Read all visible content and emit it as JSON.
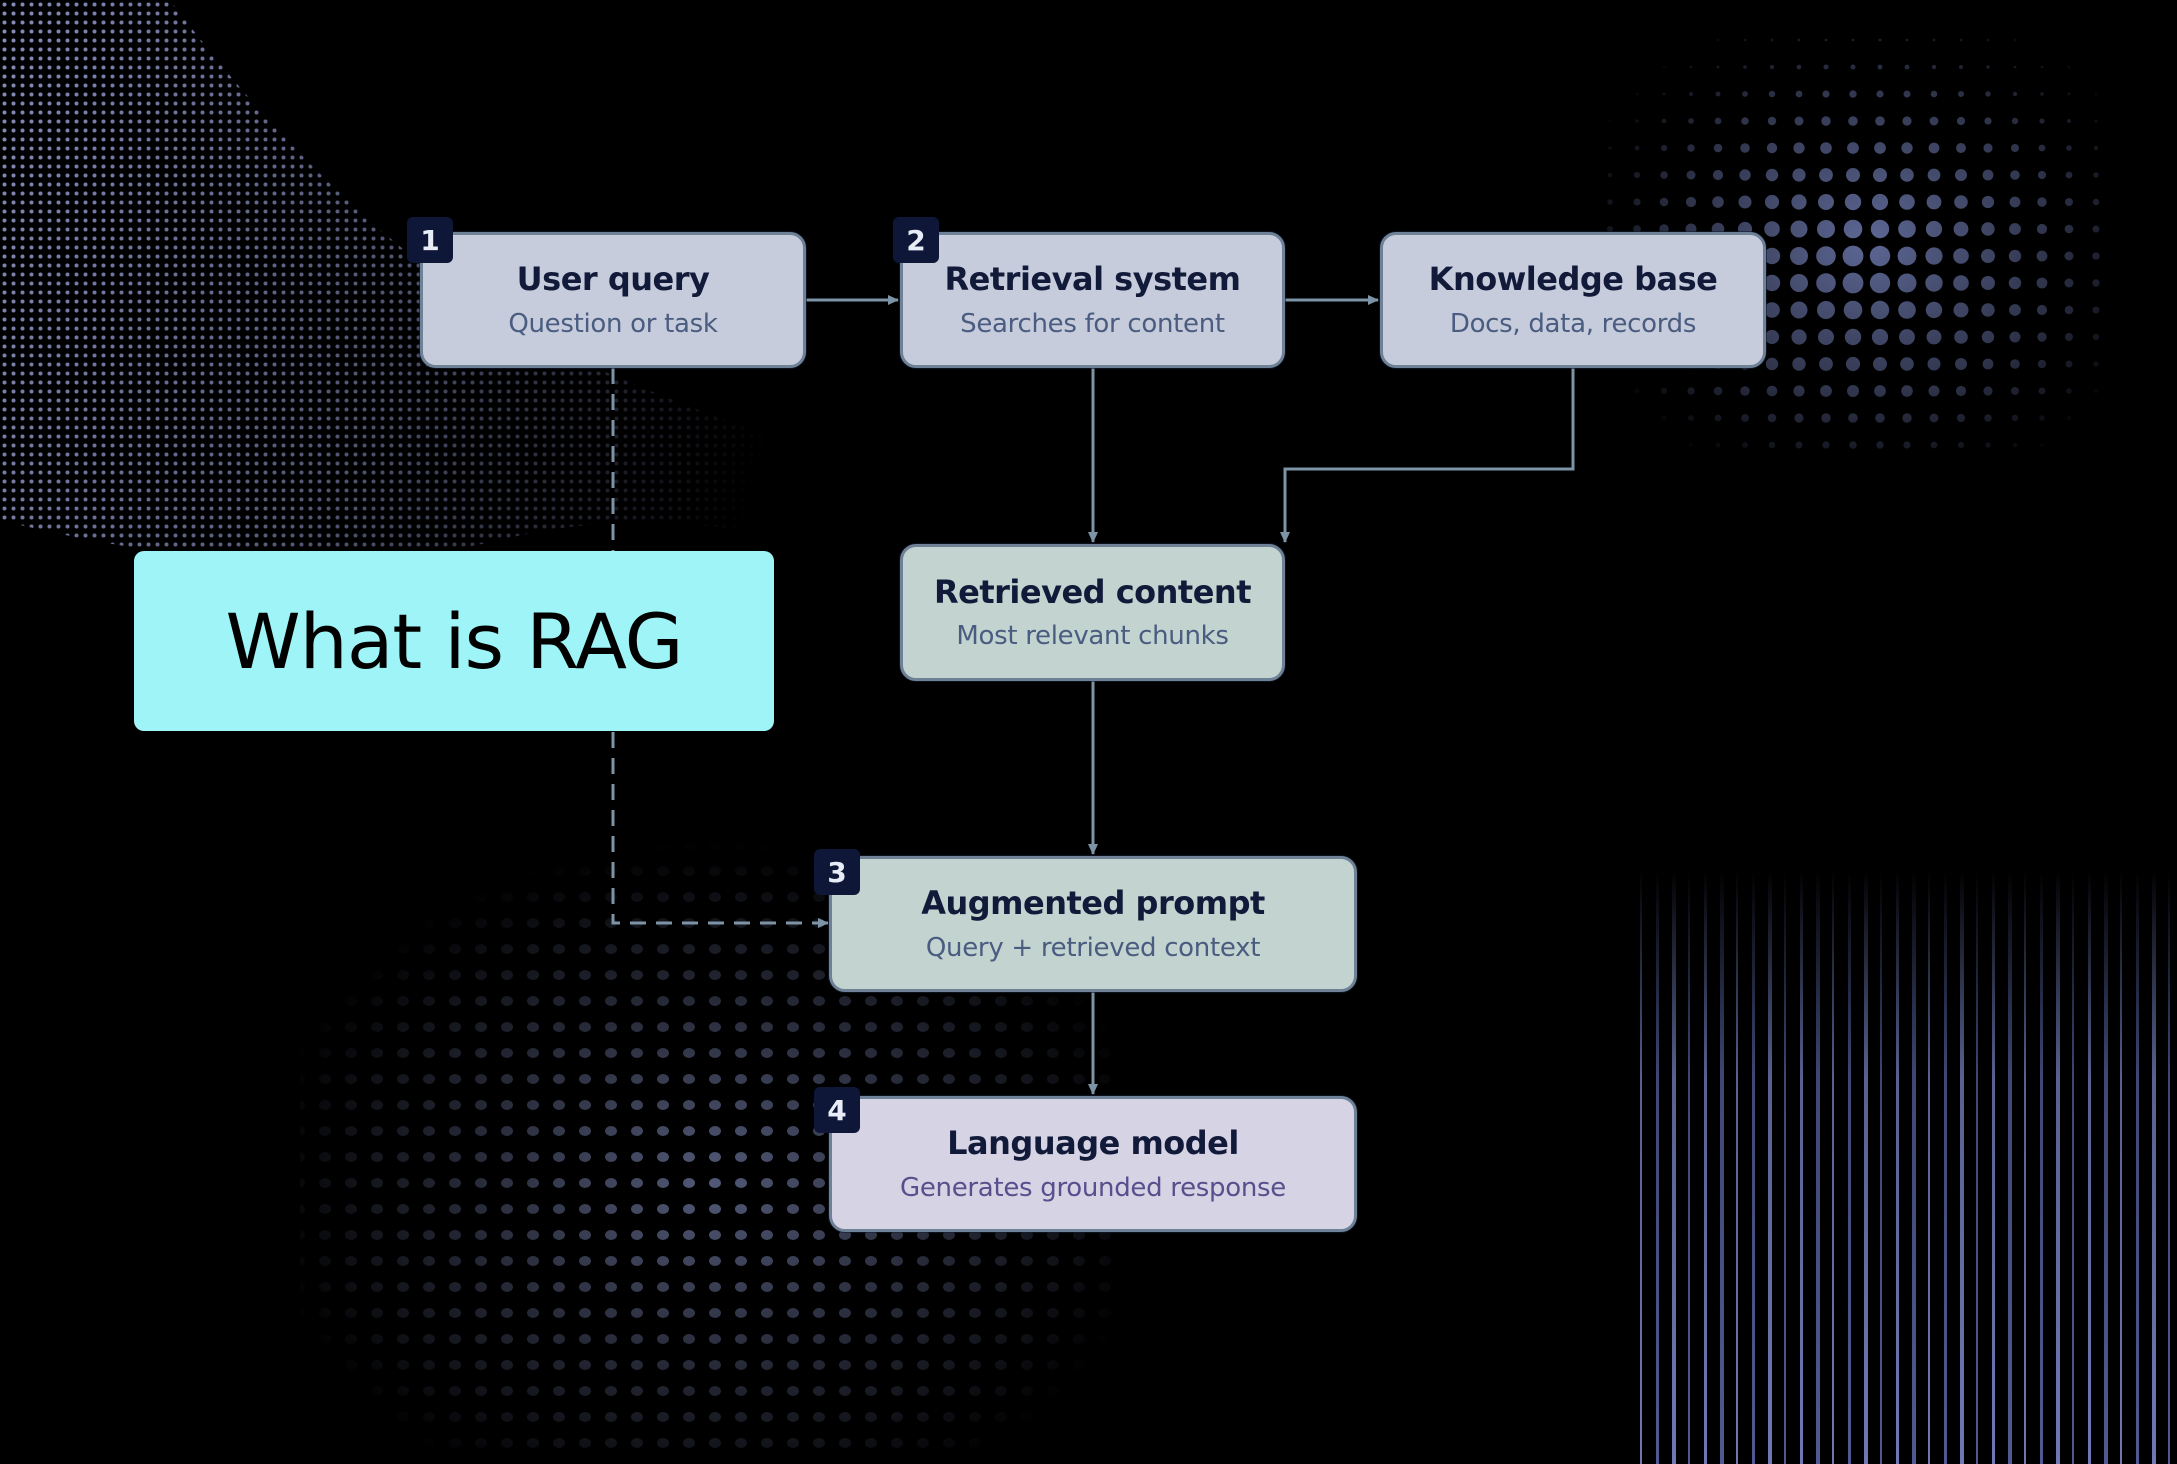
{
  "title": "What is RAG",
  "colors": {
    "banner": "#9ef4f6",
    "node_blue": "#c6ccdb",
    "node_green": "#c3d3d0",
    "node_lavender": "#d6d3e5",
    "badge": "#0f1738",
    "connector": "#7d93a6"
  },
  "nodes": {
    "user_query": {
      "badge": "1",
      "title": "User query",
      "subtitle": "Question or task"
    },
    "retrieval_system": {
      "badge": "2",
      "title": "Retrieval system",
      "subtitle": "Searches for content"
    },
    "knowledge_base": {
      "title": "Knowledge base",
      "subtitle": "Docs, data, records"
    },
    "retrieved_content": {
      "title": "Retrieved content",
      "subtitle": "Most relevant chunks"
    },
    "augmented_prompt": {
      "badge": "3",
      "title": "Augmented prompt",
      "subtitle": "Query + retrieved context"
    },
    "language_model": {
      "badge": "4",
      "title": "Language model",
      "subtitle": "Generates grounded response"
    }
  }
}
